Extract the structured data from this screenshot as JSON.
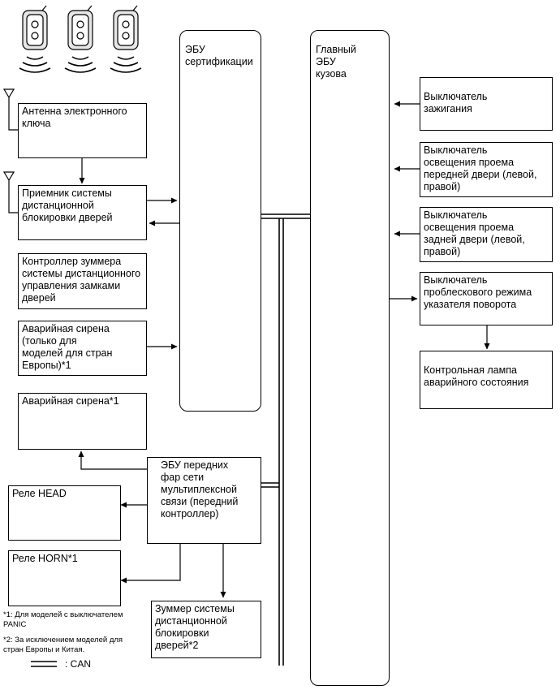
{
  "ecus": {
    "cert_ecu": "ЭБУ\nсертификации",
    "main_body_ecu": "Главный\nЭБУ\nкузова"
  },
  "left_boxes": {
    "antenna": "Антенна электронного\nключа",
    "receiver": "Приемник системы\nдистанционной\nблокировки дверей",
    "buzzer_controller": "Контроллер зуммера\nсистемы дистанционного\nуправления замками\nдверей",
    "siren_europe": "Аварийная сирена\n(только для\nмоделей для стран\nЕвропы)*1",
    "siren": "Аварийная сирена*1",
    "headlight_ecu": "ЭБУ передних\nфар сети\nмультиплексной\nсвязи (передний\nконтроллер)",
    "relay_head": "Реле HEAD",
    "relay_horn": "Реле HORN*1",
    "door_lock_buzzer": "Зуммер системы\nдистанционной\nблокировки\nдверей*2"
  },
  "right_boxes": {
    "ignition_switch": "Выключатель\nзажигания",
    "front_door_courtesy": "Выключатель\nосвещения проема\nпередней двери (левой,\nправой)",
    "rear_door_courtesy": "Выключатель\nосвещения проема\nзадней двери (левой,\nправой)",
    "hazard_switch": "Выключатель\nпроблескового режима\nуказателя поворота",
    "hazard_lamp": "Контрольная лампа\nаварийного состояния"
  },
  "notes": {
    "note1": "*1: Для моделей с выключателем\nPANIC",
    "note2": "*2: За исключением моделей для\nстран Европы и Китая."
  },
  "legend": {
    "can_label": ": CAN"
  }
}
